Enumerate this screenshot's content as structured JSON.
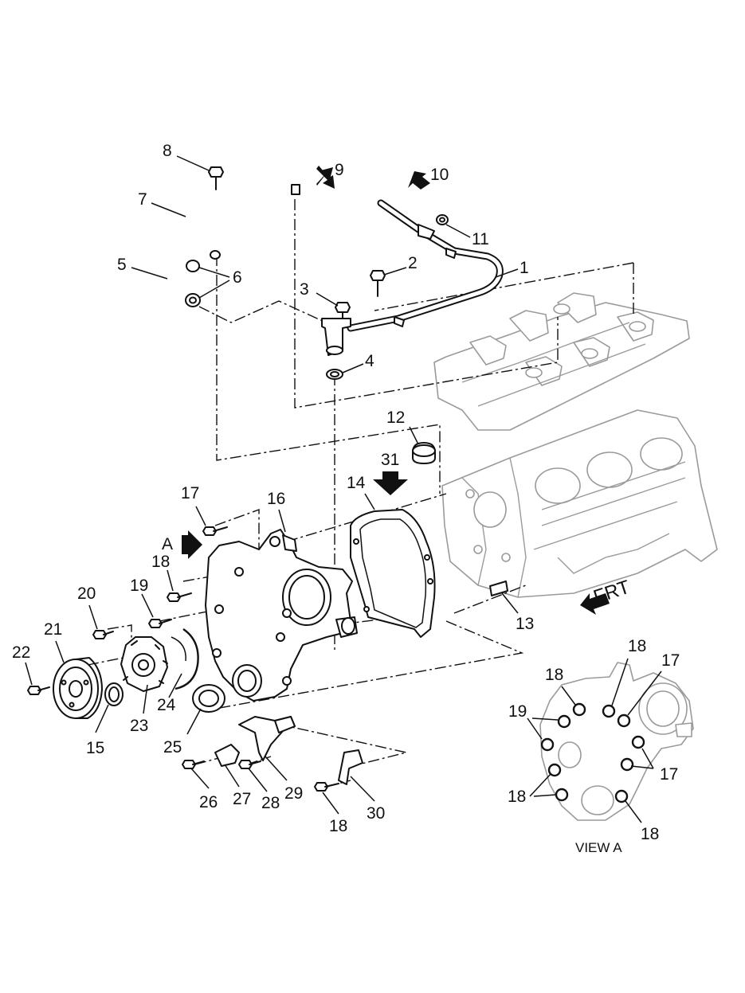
{
  "callouts": {
    "c1": "1",
    "c2": "2",
    "c3": "3",
    "c4": "4",
    "c5": "5",
    "c6": "6",
    "c7": "7",
    "c8": "8",
    "c9": "9",
    "c10": "10",
    "c11": "11",
    "c12": "12",
    "c13": "13",
    "c14": "14",
    "c15": "15",
    "c16": "16",
    "c17": "17",
    "c18": "18",
    "c19": "19",
    "c20": "20",
    "c21": "21",
    "c22": "22",
    "c23": "23",
    "c24": "24",
    "c25": "25",
    "c26": "26",
    "c27": "27",
    "c28": "28",
    "c29": "29",
    "c30": "30",
    "c31": "31",
    "cA": "A"
  },
  "view_a": {
    "title": "VIEW A",
    "labels": {
      "v18a": "18",
      "v18b": "18",
      "v18c": "18",
      "v18d": "18",
      "v19": "19",
      "v17a": "17",
      "v17b": "17"
    }
  },
  "direction": {
    "frt": "FRT"
  },
  "colors": {
    "line": "#111111",
    "engine_outline": "#9a9a9a",
    "background": "#ffffff"
  }
}
